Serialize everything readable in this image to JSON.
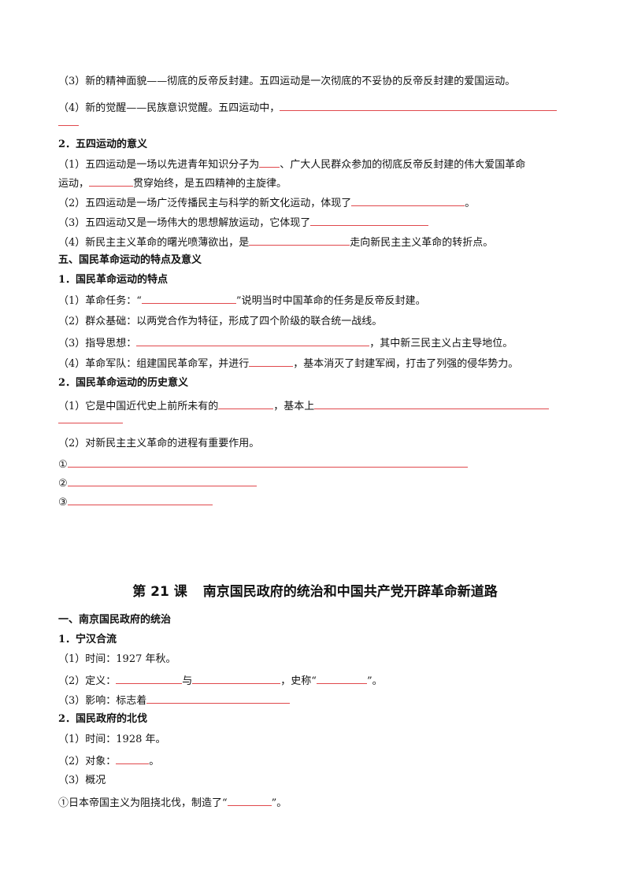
{
  "part1": {
    "l1": "（3）新的精神面貌——彻底的反帝反封建。五四运动是一次彻底的不妥协的反帝反封建的爱国运动。",
    "l2": "（4）新的觉醒——民族意识觉醒。五四运动中，",
    "h2": "2．五四运动的意义",
    "m1a": "（1）五四运动是一场以先进青年知识分子为",
    "m1b": "、广大人民群众参加的彻底反帝反封建的伟大爱国革命",
    "m1c": "运动，",
    "m1d": "贯穿始终，是五四精神的主旋律。",
    "m2a": "（2）五四运动是一场广泛传播民主与科学的新文化运动，体现了",
    "m2b": "。",
    "m3a": "（3）五四运动又是一场伟大的思想解放运动，它体现了",
    "m4a": "（4）新民主主义革命的曙光喷薄欲出，是",
    "m4b": "走向新民主主义革命的转折点。"
  },
  "part2": {
    "h5": "五、国民革命运动的特点及意义",
    "h51": "1．国民革命运动的特点",
    "f1a": "（1）革命任务：“",
    "f1b": "”说明当时中国革命的任务是反帝反封建。",
    "f2": "（2）群众基础：以两党合作为特征，形成了四个阶级的联合统一战线。",
    "f3a": "（3）指导思想：",
    "f3b": "，其中新三民主义占主导地位。",
    "f4a": "（4）革命军队：组建国民革命军，并进行",
    "f4b": "，基本消灭了封建军阀，打击了列强的侵华势力。",
    "h52": "2．国民革命运动的历史意义",
    "s1a": "（1）它是中国近代史上前所未有的",
    "s1b": "，基本上",
    "s2": "（2）对新民主主义革命的进程有重要作用。",
    "c1": "①",
    "c2": "②",
    "c3": "③"
  },
  "lesson": {
    "title_a": "第 21 课",
    "title_b": "南京国民政府的统治和中国共产党开辟革命新道路",
    "h1": "一、南京国民政府的统治",
    "h11": "1．宁汉合流",
    "t1": "（1）时间：1927 年秋。",
    "t2a": "（2）定义：",
    "t2b": "与",
    "t2c": "，史称“",
    "t2d": "”。",
    "t3a": "（3）影响：标志着",
    "h12": "2．国民政府的北伐",
    "n1": "（1）时间：1928 年。",
    "n2a": "（2）对象：",
    "n2b": "。",
    "n3": "（3）概况",
    "n4a": "①日本帝国主义为阻挠北伐，制造了“",
    "n4b": "”。"
  },
  "colors": {
    "blank_underline": "#e0484c",
    "text": "#111111"
  }
}
